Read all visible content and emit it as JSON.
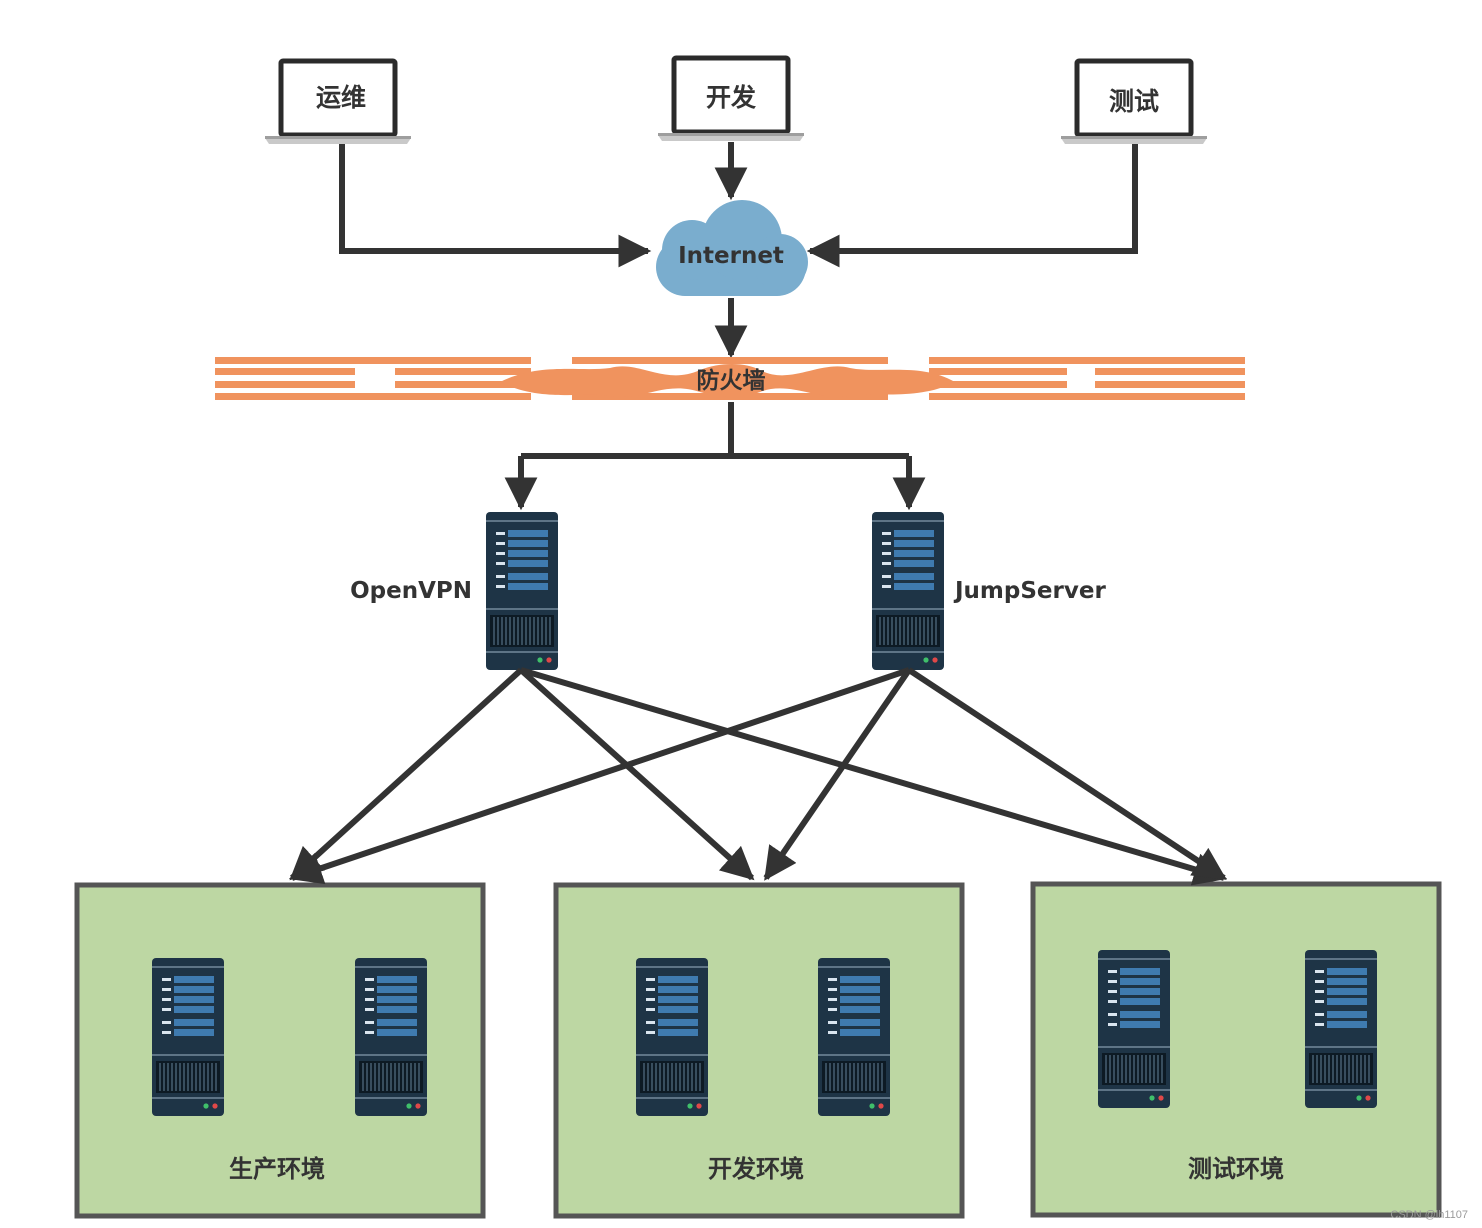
{
  "clients": {
    "ops": "运维",
    "dev": "开发",
    "test": "测试"
  },
  "internet": "Internet",
  "firewall": "防火墙",
  "gateways": {
    "openvpn": "OpenVPN",
    "jumpserver": "JumpServer"
  },
  "environments": {
    "prod": "生产环境",
    "dev": "开发环境",
    "test": "测试环境"
  },
  "watermark": "CSDN @lh1107",
  "colors": {
    "line": "#333333",
    "cloud": "#7aadce",
    "firewall": "#f0935e",
    "env_fill": "#bdd7a3",
    "env_border": "#555555",
    "server_body": "#1e3446",
    "server_slot": "#3f7bb0"
  },
  "icons": [
    "laptop-icon",
    "cloud-icon",
    "firewall-icon",
    "server-icon"
  ]
}
